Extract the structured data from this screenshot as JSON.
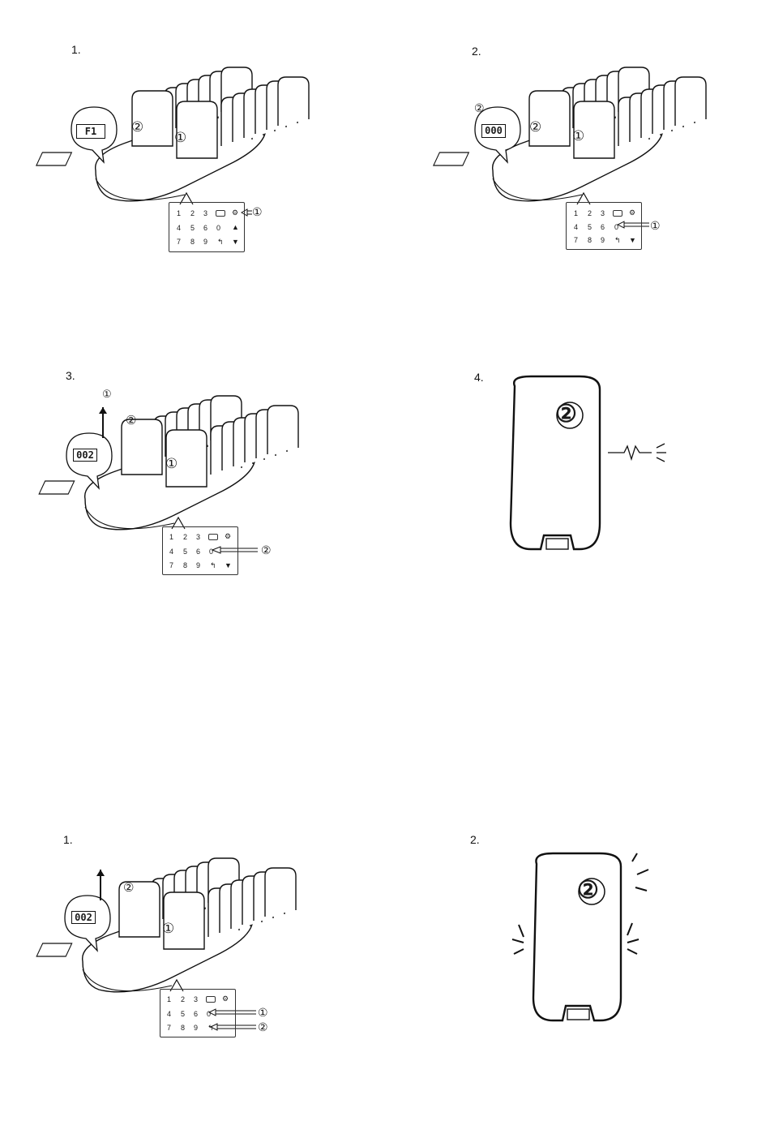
{
  "panels": [
    {
      "step": "1.",
      "bubble": "F1",
      "slot_left": "②",
      "slot_right": "①",
      "callouts": [
        "①"
      ]
    },
    {
      "step": "2.",
      "bubble": "000",
      "bubble_marker": "②",
      "slot_left": "②",
      "slot_right": "①",
      "callouts": [
        "①"
      ]
    },
    {
      "step": "3.",
      "bubble": "002",
      "lift_marker": "①",
      "slot_left": "②",
      "slot_right": "①",
      "callouts": [
        "②"
      ]
    },
    {
      "step": "4.",
      "pager_number": "②"
    },
    {
      "step": "1.",
      "bubble": "002",
      "slot_left": "②",
      "slot_right": "①",
      "callouts": [
        "①",
        "②"
      ]
    },
    {
      "step": "2.",
      "pager_number": "②"
    }
  ],
  "keypad": {
    "row1": [
      "1",
      "2",
      "3"
    ],
    "row2": [
      "4",
      "5",
      "6",
      "0"
    ],
    "row3": [
      "7",
      "8",
      "9"
    ]
  },
  "icons": [
    "backspace-icon",
    "gear-icon",
    "up-arrow-icon",
    "down-arrow-icon",
    "return-icon",
    "vibration-icon",
    "signal-icon"
  ]
}
